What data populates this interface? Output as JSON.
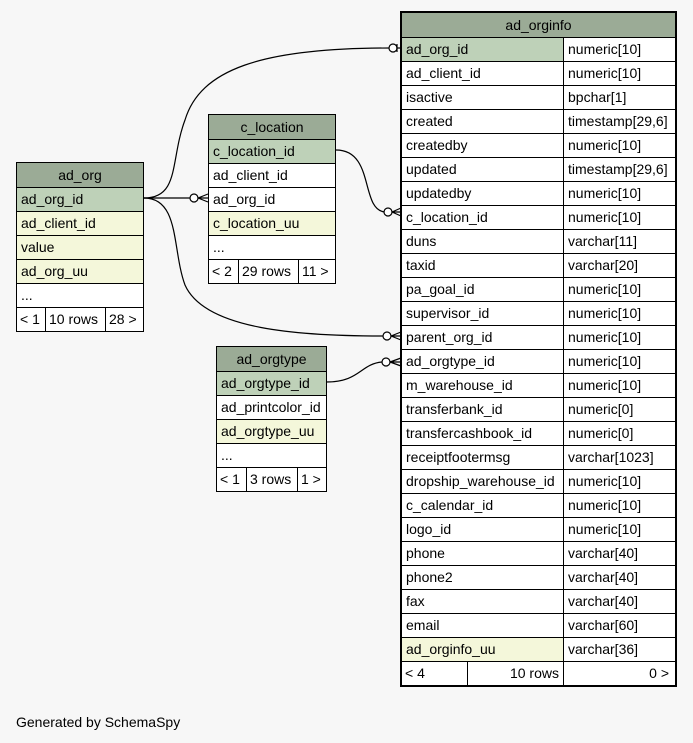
{
  "footer_text": "Generated by SchemaSpy",
  "colors": {
    "header": "#9bab96",
    "primary_key": "#bed1b8",
    "indexed": "#f4f7da",
    "background": "#f7f7f7"
  },
  "tables": {
    "ad_org": {
      "name": "ad_org",
      "rows": [
        "ad_org_id",
        "ad_client_id",
        "value",
        "ad_org_uu",
        "..."
      ],
      "footer": [
        "< 1",
        "10 rows",
        "28 >"
      ]
    },
    "c_location": {
      "name": "c_location",
      "rows": [
        "c_location_id",
        "ad_client_id",
        "ad_org_id",
        "c_location_uu",
        "..."
      ],
      "footer": [
        "< 2",
        "29 rows",
        "11 >"
      ]
    },
    "ad_orgtype": {
      "name": "ad_orgtype",
      "rows": [
        "ad_orgtype_id",
        "ad_printcolor_id",
        "ad_orgtype_uu",
        "..."
      ],
      "footer": [
        "< 1",
        "3 rows",
        "1 >"
      ]
    },
    "ad_orginfo": {
      "name": "ad_orginfo",
      "columns": [
        {
          "name": "ad_org_id",
          "type": "numeric[10]"
        },
        {
          "name": "ad_client_id",
          "type": "numeric[10]"
        },
        {
          "name": "isactive",
          "type": "bpchar[1]"
        },
        {
          "name": "created",
          "type": "timestamp[29,6]"
        },
        {
          "name": "createdby",
          "type": "numeric[10]"
        },
        {
          "name": "updated",
          "type": "timestamp[29,6]"
        },
        {
          "name": "updatedby",
          "type": "numeric[10]"
        },
        {
          "name": "c_location_id",
          "type": "numeric[10]"
        },
        {
          "name": "duns",
          "type": "varchar[11]"
        },
        {
          "name": "taxid",
          "type": "varchar[20]"
        },
        {
          "name": "pa_goal_id",
          "type": "numeric[10]"
        },
        {
          "name": "supervisor_id",
          "type": "numeric[10]"
        },
        {
          "name": "parent_org_id",
          "type": "numeric[10]"
        },
        {
          "name": "ad_orgtype_id",
          "type": "numeric[10]"
        },
        {
          "name": "m_warehouse_id",
          "type": "numeric[10]"
        },
        {
          "name": "transferbank_id",
          "type": "numeric[0]"
        },
        {
          "name": "transfercashbook_id",
          "type": "numeric[0]"
        },
        {
          "name": "receiptfootermsg",
          "type": "varchar[1023]"
        },
        {
          "name": "dropship_warehouse_id",
          "type": "numeric[10]"
        },
        {
          "name": "c_calendar_id",
          "type": "numeric[10]"
        },
        {
          "name": "logo_id",
          "type": "numeric[10]"
        },
        {
          "name": "phone",
          "type": "varchar[40]"
        },
        {
          "name": "phone2",
          "type": "varchar[40]"
        },
        {
          "name": "fax",
          "type": "varchar[40]"
        },
        {
          "name": "email",
          "type": "varchar[60]"
        },
        {
          "name": "ad_orginfo_uu",
          "type": "varchar[36]"
        }
      ],
      "footer": [
        "< 4",
        "10 rows",
        "0 >"
      ]
    }
  }
}
